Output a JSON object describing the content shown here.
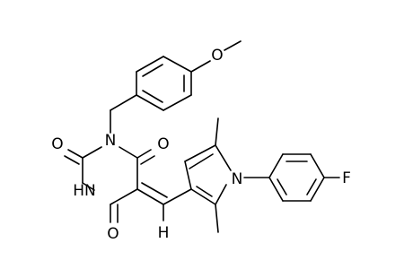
{
  "diagram": {
    "type": "chemical-structure",
    "atoms": [
      {
        "id": "O_methoxy",
        "label": "O"
      },
      {
        "id": "N1",
        "label": "N"
      },
      {
        "id": "O_top",
        "label": "O"
      },
      {
        "id": "O_left",
        "label": "O"
      },
      {
        "id": "NH",
        "label": "HN"
      },
      {
        "id": "O_bottom",
        "label": "O"
      },
      {
        "id": "H_exo",
        "label": "H"
      },
      {
        "id": "N_pyrrole",
        "label": "N"
      },
      {
        "id": "F",
        "label": "F"
      }
    ]
  }
}
